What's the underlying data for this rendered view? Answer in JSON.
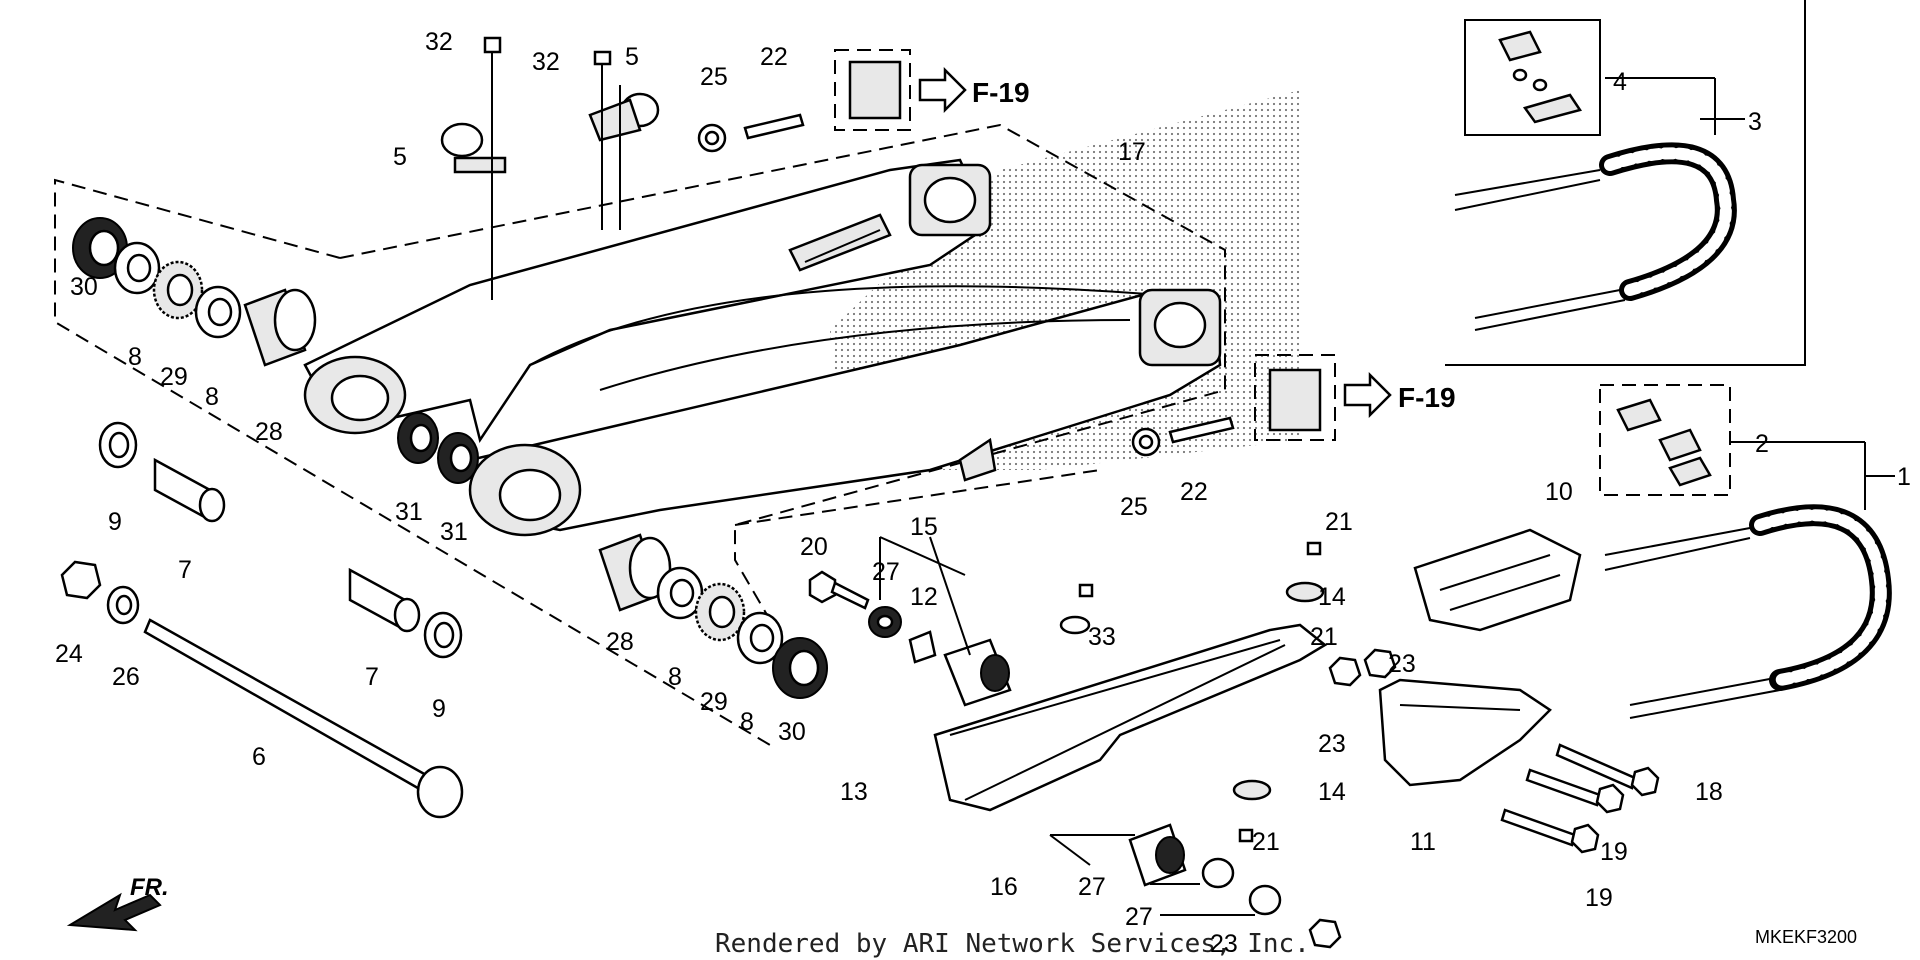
{
  "diagram_code": "MKEKF3200",
  "credit": "Rendered by ARI Network Services, Inc.",
  "direction_label": "FR.",
  "ref_arrows": [
    "F-19",
    "F-19"
  ],
  "callouts": [
    "32",
    "32",
    "5",
    "5",
    "25",
    "22",
    "17",
    "30",
    "8",
    "29",
    "8",
    "28",
    "31",
    "31",
    "9",
    "7",
    "24",
    "26",
    "7",
    "9",
    "6",
    "28",
    "8",
    "29",
    "8",
    "30",
    "20",
    "27",
    "15",
    "12",
    "22",
    "25",
    "10",
    "21",
    "14",
    "21",
    "33",
    "23",
    "23",
    "13",
    "14",
    "21",
    "11",
    "18",
    "19",
    "19",
    "16",
    "27",
    "27",
    "23",
    "4",
    "3",
    "2",
    "1"
  ]
}
